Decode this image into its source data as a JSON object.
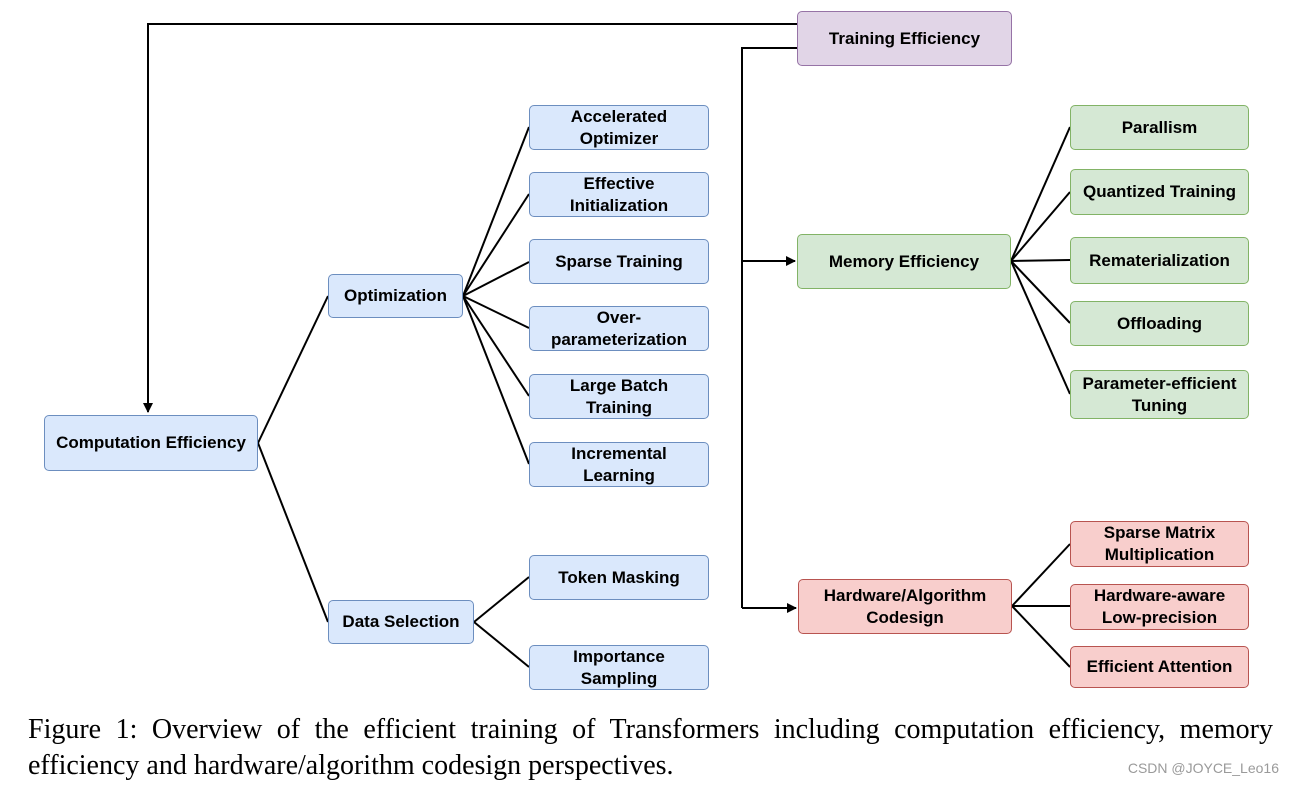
{
  "nodes": {
    "training_efficiency": "Training Efficiency",
    "computation_efficiency": "Computation Efficiency",
    "optimization": "Optimization",
    "data_selection": "Data Selection",
    "accelerated_optimizer": "Accelerated\nOptimizer",
    "effective_initialization": "Effective\nInitialization",
    "sparse_training": "Sparse Training",
    "over_parameterization": "Over-\nparameterization",
    "large_batch_training": "Large Batch\nTraining",
    "incremental_learning": "Incremental\nLearning",
    "token_masking": "Token Masking",
    "importance_sampling": "Importance\nSampling",
    "memory_efficiency": "Memory Efficiency",
    "parallism": "Parallism",
    "quantized_training": "Quantized Training",
    "rematerialization": "Rematerialization",
    "offloading": "Offloading",
    "parameter_efficient_tuning": "Parameter-efficient\nTuning",
    "hardware_algorithm_codesign": "Hardware/Algorithm\nCodesign",
    "sparse_matrix_multiplication": "Sparse Matrix\nMultiplication",
    "hardware_aware_low_precision": "Hardware-aware\nLow-precision",
    "efficient_attention": "Efficient Attention"
  },
  "colors": {
    "computation": "#dae8fc",
    "memory": "#d5e8d4",
    "hardware": "#f8cecc",
    "training": "#e1d5e7"
  },
  "caption": "Figure 1: Overview of the efficient training of Transformers including computation efficiency, memory efficiency and hardware/algorithm codesign perspectives.",
  "watermark": "CSDN @JOYCE_Leo16"
}
